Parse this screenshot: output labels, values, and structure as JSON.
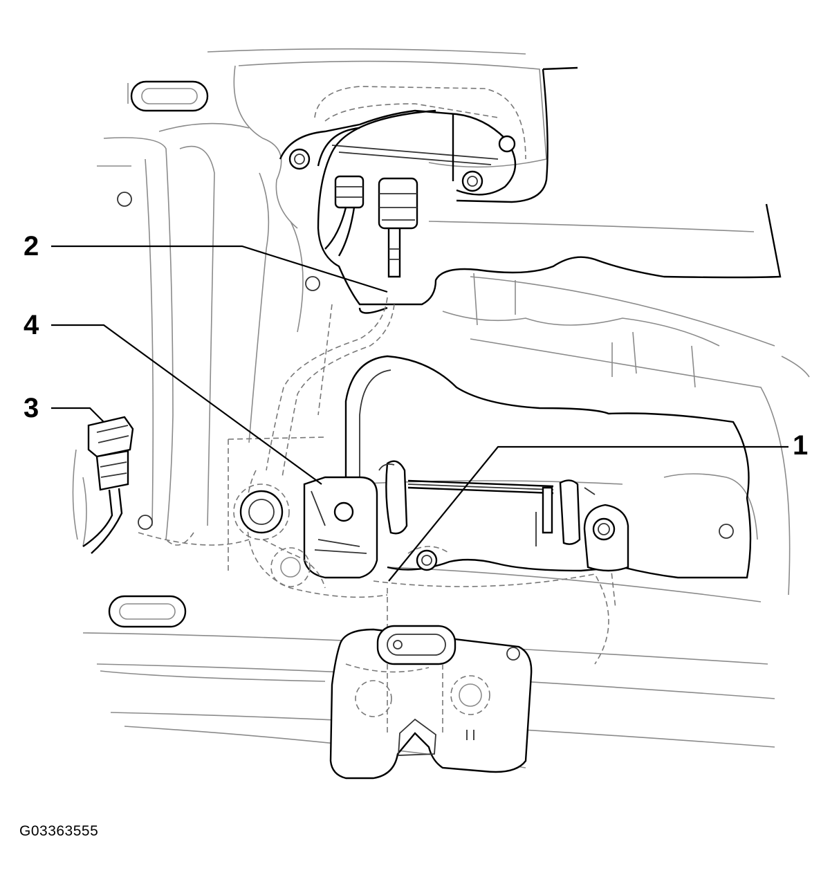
{
  "callouts": {
    "c1": "1",
    "c2": "2",
    "c3": "3",
    "c4": "4"
  },
  "figure_id": "G03363555",
  "colors": {
    "line": "#000000",
    "hidden_line": "#777777",
    "background": "#ffffff"
  }
}
